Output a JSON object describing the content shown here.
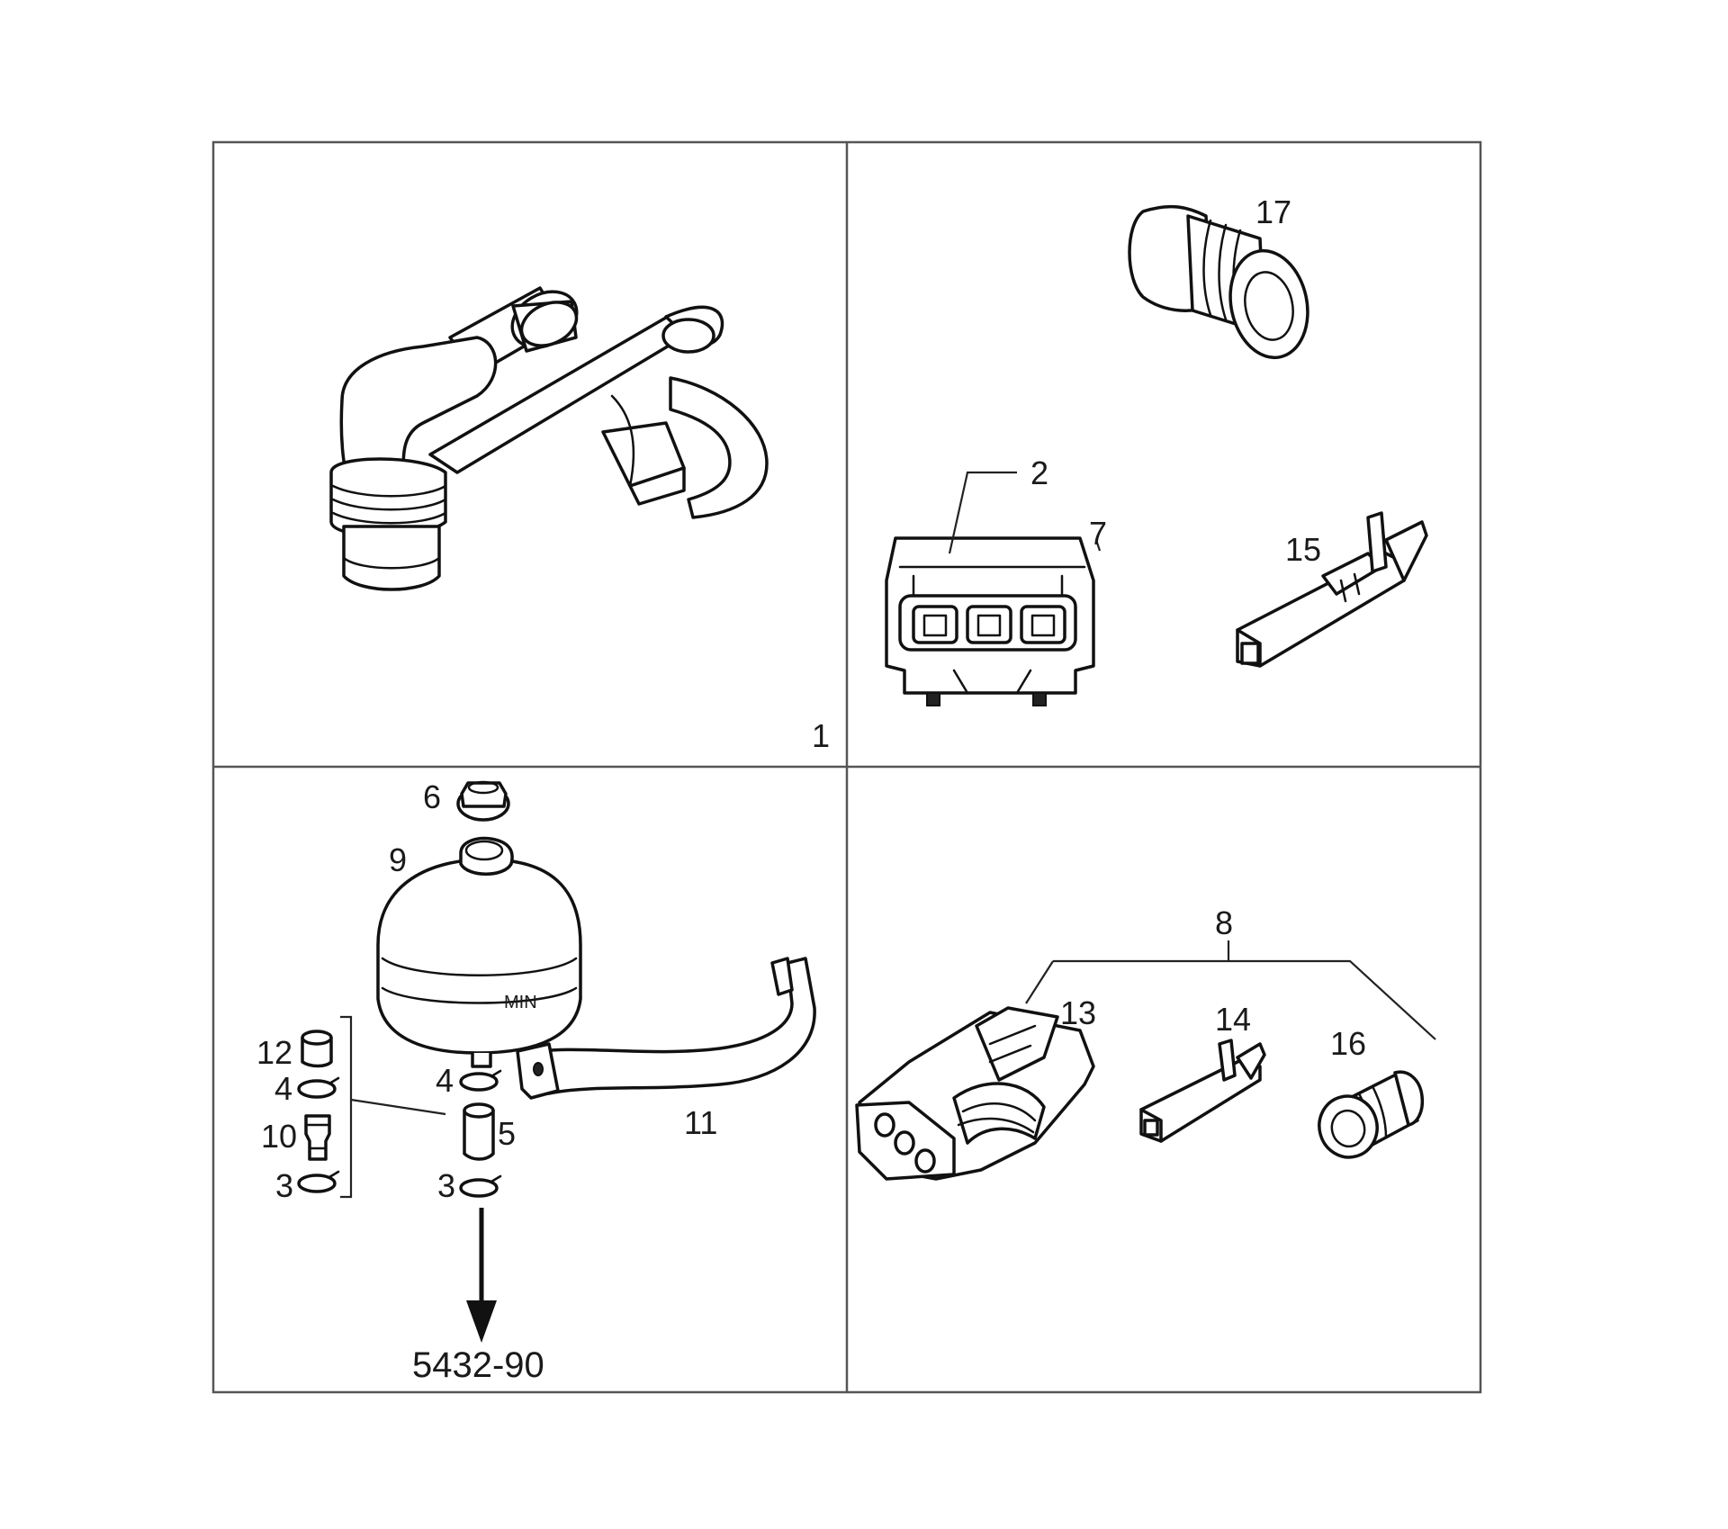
{
  "labels": {
    "p1": "1",
    "p2": "2",
    "p3a": "3",
    "p3b": "3",
    "p4a": "4",
    "p4b": "4",
    "p5": "5",
    "p6": "6",
    "p7": "7",
    "p8": "8",
    "p9": "9",
    "p10": "10",
    "p11": "11",
    "p12": "12",
    "p13": "13",
    "p14": "14",
    "p15": "15",
    "p16": "16",
    "p17": "17",
    "ref": "5432-90"
  },
  "colors": {
    "line": "#111111",
    "frame": "#555555",
    "background": "#ffffff"
  }
}
